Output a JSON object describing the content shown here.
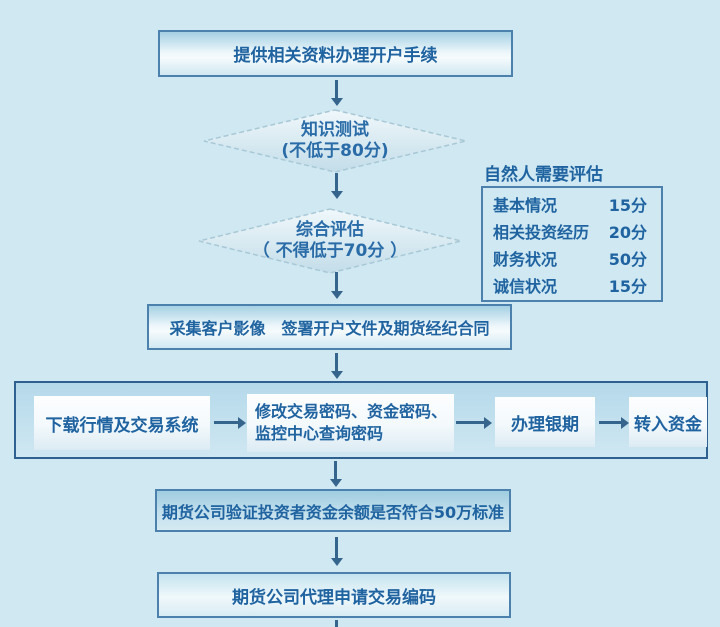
{
  "colors": {
    "background": "#cfe8f2",
    "box_border": "#4c80ad",
    "text_blue": "#1f63a0",
    "arrow": "#35648c"
  },
  "flow": {
    "provide_docs": "提供相关资料办理开户手续",
    "knowledge_test_line1": "知识测试",
    "knowledge_test_line2": "(不低于80分)",
    "evaluation_line1": "综合评估",
    "evaluation_line2": "（ 不得低于70分 ）",
    "capture_sign": "采集客户影像　签署开户文件及期货经纪合同",
    "verify_funds": "期货公司验证投资者资金余额是否符合50万标准",
    "apply_code": "期货公司代理申请交易编码"
  },
  "process_row": {
    "download": "下载行情及交易系统",
    "passwords_line1": "修改交易密码、资金密码、",
    "passwords_line2": "监控中心查询密码",
    "bank_futures": "办理银期",
    "transfer_funds": "转入资金"
  },
  "assessment_panel": {
    "title": "自然人需要评估",
    "rows": [
      {
        "label": "基本情况",
        "score": "15分"
      },
      {
        "label": "相关投资经历",
        "score": "20分"
      },
      {
        "label": "财务状况",
        "score": "50分"
      },
      {
        "label": "诚信状况",
        "score": "15分"
      }
    ]
  }
}
